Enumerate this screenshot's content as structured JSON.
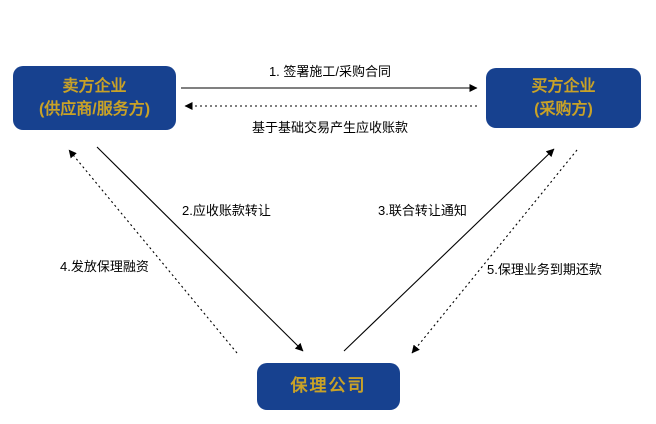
{
  "diagram": {
    "title": "factoring-business-flow",
    "nodes": {
      "seller": {
        "line1": "卖方企业",
        "line2": "(供应商/服务方)"
      },
      "buyer": {
        "line1": "买方企业",
        "line2": "(采购方)"
      },
      "factor": {
        "line1": "保理公司"
      }
    },
    "edges": {
      "contract": {
        "label": "1. 签署施工/采购合同",
        "from": "seller",
        "to": "buyer",
        "style": "solid"
      },
      "receivable": {
        "label": "基于基础交易产生应收账款",
        "from": "buyer",
        "to": "seller",
        "style": "dotted"
      },
      "transfer": {
        "label": "2.应收账款转让",
        "from": "seller",
        "to": "factor",
        "style": "solid"
      },
      "notice": {
        "label": "3.联合转让通知",
        "from": "factor",
        "to": "buyer",
        "style": "solid"
      },
      "financing": {
        "label": "4.发放保理融资",
        "from": "factor",
        "to": "seller",
        "style": "dotted"
      },
      "repayment": {
        "label": "5.保理业务到期还款",
        "from": "buyer",
        "to": "factor",
        "style": "dotted"
      }
    },
    "colors": {
      "box_bg": "#17418F",
      "box_text": "#C9A227",
      "arrow": "#000000",
      "label_text": "#000000"
    }
  }
}
